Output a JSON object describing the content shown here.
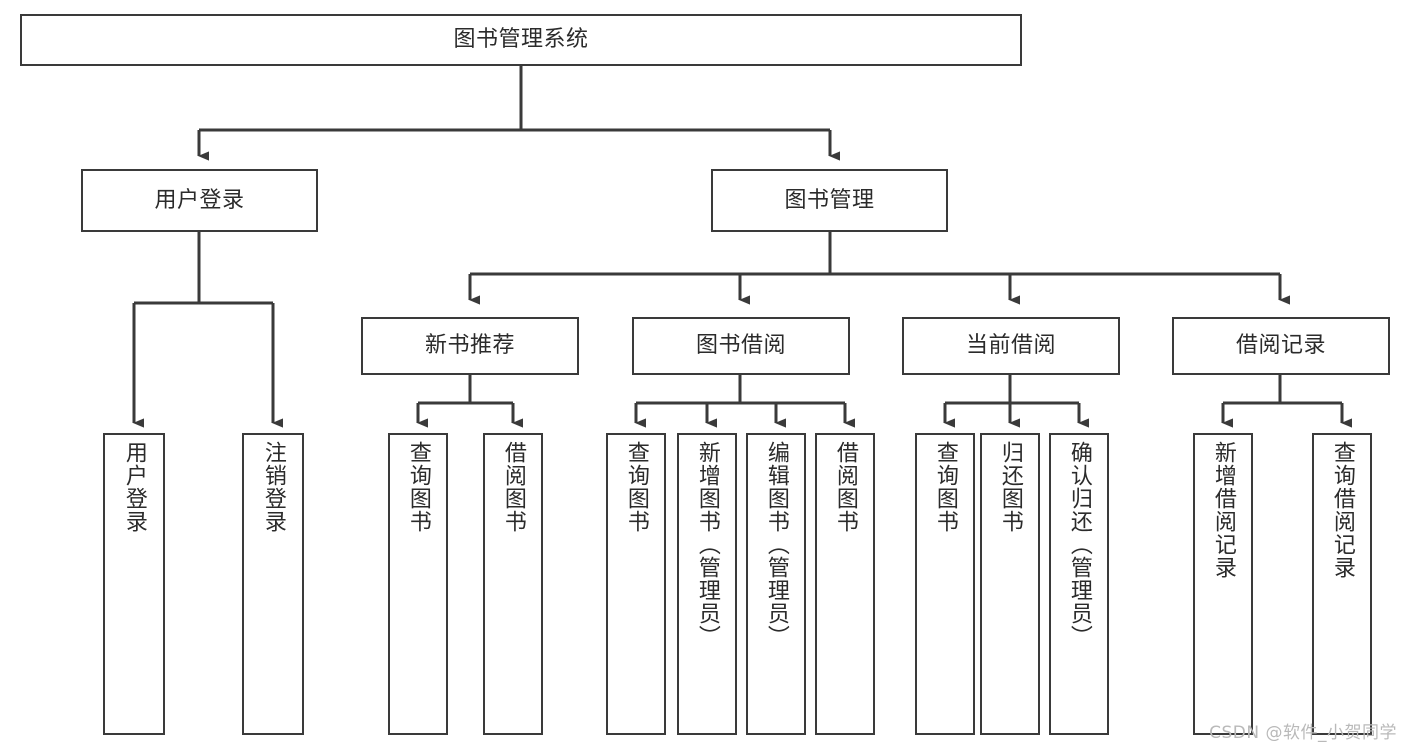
{
  "diagram": {
    "title": "图书管理系统",
    "type": "tree",
    "colors": {
      "box_border": "#3a3a3a",
      "box_fill": "#ffffff",
      "connector": "#3a3a3a",
      "text": "#2b2b2b",
      "watermark": "#b9b9b9"
    },
    "nodes": {
      "root": {
        "label": "图书管理系统"
      },
      "level2": [
        {
          "id": "user-login",
          "label": "用户登录"
        },
        {
          "id": "book-management",
          "label": "图书管理"
        }
      ],
      "level3": [
        {
          "id": "new-book-recommend",
          "label": "新书推荐"
        },
        {
          "id": "book-borrow",
          "label": "图书借阅"
        },
        {
          "id": "current-borrow",
          "label": "当前借阅"
        },
        {
          "id": "borrow-record",
          "label": "借阅记录"
        }
      ],
      "leaves": {
        "user_login": [
          {
            "id": "leaf-user-login",
            "label": "用户登录"
          },
          {
            "id": "leaf-logout",
            "label": "注销登录"
          }
        ],
        "new_book_recommend": [
          {
            "id": "leaf-query-book-1",
            "label": "查询图书"
          },
          {
            "id": "leaf-borrow-book-1",
            "label": "借阅图书"
          }
        ],
        "book_borrow": [
          {
            "id": "leaf-query-book-2",
            "label": "查询图书"
          },
          {
            "id": "leaf-add-book",
            "label": "新增图书（管理员）"
          },
          {
            "id": "leaf-edit-book",
            "label": "编辑图书（管理员）"
          },
          {
            "id": "leaf-borrow-book-2",
            "label": "借阅图书"
          }
        ],
        "current_borrow": [
          {
            "id": "leaf-query-book-3",
            "label": "查询图书"
          },
          {
            "id": "leaf-return-book",
            "label": "归还图书"
          },
          {
            "id": "leaf-confirm-return",
            "label": "确认归还（管理员）"
          }
        ],
        "borrow_record": [
          {
            "id": "leaf-add-record",
            "label": "新增借阅记录"
          },
          {
            "id": "leaf-query-record",
            "label": "查询借阅记录"
          }
        ]
      }
    },
    "watermark": "CSDN @软件_小贺同学"
  }
}
